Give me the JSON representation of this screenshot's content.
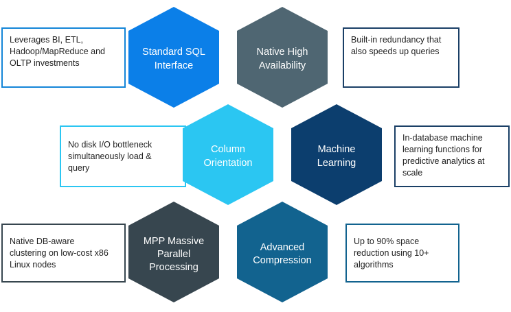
{
  "colors": {
    "standard_sql": "#0b7fe8",
    "native_ha": "#4f6672",
    "column": "#2bc6f2",
    "ml": "#0c3e6e",
    "mpp": "#37464f",
    "compression": "#12638f",
    "box_border_blue": "#1385d8",
    "box_border_navy": "#1a3f66",
    "box_border_cyan": "#2bc6f2",
    "box_border_dark": "#37464f",
    "box_border_teal": "#12638f"
  },
  "hexagons": [
    {
      "id": "standard-sql",
      "lines": [
        "Standard SQL",
        "Interface"
      ]
    },
    {
      "id": "native-ha",
      "lines": [
        "Native High",
        "Availability"
      ]
    },
    {
      "id": "column",
      "lines": [
        "Column",
        "Orientation"
      ]
    },
    {
      "id": "ml",
      "lines": [
        "Machine",
        "Learning"
      ]
    },
    {
      "id": "mpp",
      "lines": [
        "MPP Massive",
        "Parallel",
        "Processing"
      ]
    },
    {
      "id": "compression",
      "lines": [
        "Advanced",
        "Compression"
      ]
    }
  ],
  "boxes": {
    "standard_sql": [
      "Leverages BI, ETL,",
      "Hadoop/MapReduce and",
      "OLTP investments"
    ],
    "native_ha": [
      "Built-in redundancy that",
      "also speeds up queries"
    ],
    "column": [
      "No disk I/O bottleneck",
      "simultaneously load &",
      "query"
    ],
    "ml": [
      "In-database machine",
      "learning functions for",
      "predictive analytics at",
      "scale"
    ],
    "mpp": [
      "Native DB-aware",
      "clustering on low-cost x86",
      "Linux nodes"
    ],
    "compression": [
      "Up to 90% space",
      "reduction using 10+",
      "algorithms"
    ]
  }
}
